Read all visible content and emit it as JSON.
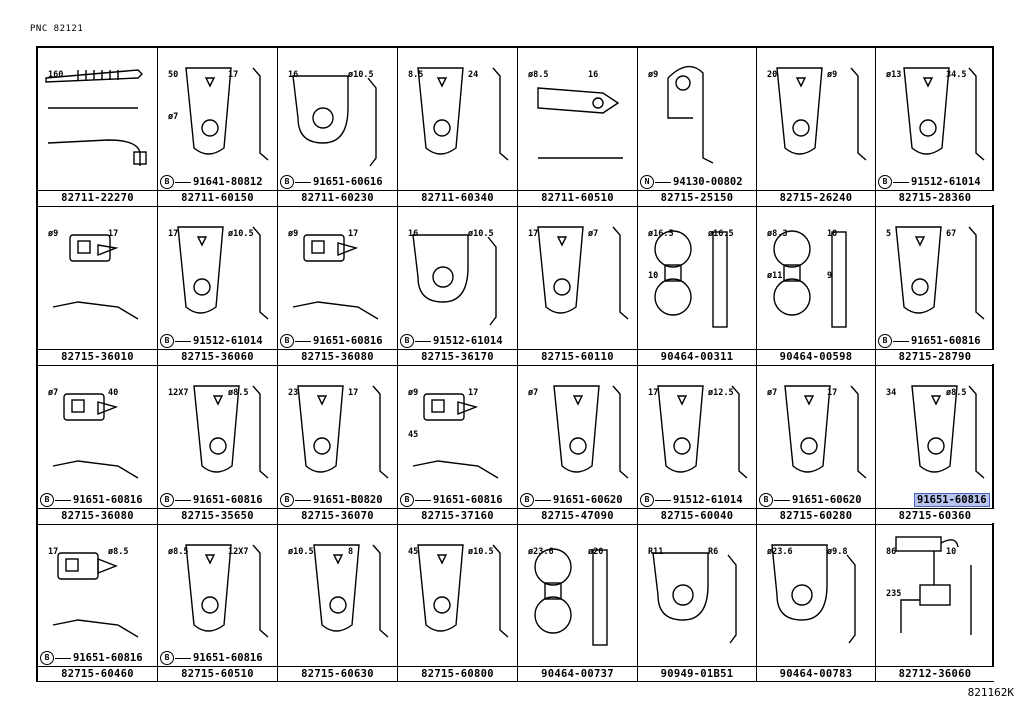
{
  "header": {
    "pnc": "PNC 82121"
  },
  "footer": {
    "code": "821162K"
  },
  "highlight_color": "#b9c4ee",
  "rows": [
    {
      "cells": [
        {
          "part": "82711-22270",
          "sub": null,
          "icon": "cable-tie-icon",
          "annotations": [
            "160"
          ]
        },
        {
          "part": "82711-60150",
          "sub": "91641-80812",
          "badge": "B",
          "icon": "bracket-icon",
          "annotations": [
            "50",
            "17",
            "ø7"
          ]
        },
        {
          "part": "82711-60230",
          "sub": "91651-60616",
          "badge": "B",
          "icon": "clamp-icon",
          "annotations": [
            "16",
            "ø10.5"
          ]
        },
        {
          "part": "82711-60340",
          "sub": null,
          "icon": "bracket-icon",
          "annotations": [
            "8.5",
            "24"
          ]
        },
        {
          "part": "82711-60510",
          "sub": null,
          "icon": "plate-icon",
          "annotations": [
            "ø8.5",
            "16"
          ]
        },
        {
          "part": "82715-25150",
          "sub": "94130-00802",
          "badge": "N",
          "icon": "hook-icon",
          "annotations": [
            "ø9"
          ]
        },
        {
          "part": "82715-26240",
          "sub": null,
          "icon": "bracket-icon",
          "annotations": [
            "20",
            "ø9"
          ]
        },
        {
          "part": "82715-28360",
          "sub": "91512-61014",
          "badge": "B",
          "icon": "bracket-icon",
          "annotations": [
            "ø13",
            "34.5"
          ]
        }
      ]
    },
    {
      "cells": [
        {
          "part": "82715-36010",
          "sub": null,
          "icon": "clip-icon",
          "annotations": [
            "ø9",
            "17"
          ]
        },
        {
          "part": "82715-36060",
          "sub": "91512-61014",
          "badge": "B",
          "icon": "bracket-icon",
          "annotations": [
            "17",
            "ø10.5"
          ]
        },
        {
          "part": "82715-36080",
          "sub": "91651-60816",
          "badge": "B",
          "icon": "clip-icon",
          "annotations": [
            "ø9",
            "17"
          ]
        },
        {
          "part": "82715-36170",
          "sub": "91512-61014",
          "badge": "B",
          "icon": "clamp-icon",
          "annotations": [
            "16",
            "ø10.5"
          ]
        },
        {
          "part": "82715-60110",
          "sub": null,
          "icon": "bracket-icon",
          "annotations": [
            "17",
            "ø7"
          ]
        },
        {
          "part": "90464-00311",
          "sub": null,
          "icon": "double-clamp-icon",
          "annotations": [
            "ø16.5",
            "ø16.5",
            "10"
          ]
        },
        {
          "part": "90464-00598",
          "sub": null,
          "icon": "double-clamp-icon",
          "annotations": [
            "ø8.3",
            "10",
            "ø11",
            "9"
          ]
        },
        {
          "part": "82715-28790",
          "sub": "91651-60816",
          "badge": "B",
          "icon": "bracket-icon",
          "annotations": [
            "5",
            "67"
          ]
        }
      ]
    },
    {
      "cells": [
        {
          "part": "82715-36080",
          "sub": "91651-60816",
          "badge": "B",
          "icon": "clip-icon",
          "annotations": [
            "ø7",
            "40"
          ]
        },
        {
          "part": "82715-35650",
          "sub": "91651-60816",
          "badge": "B",
          "icon": "bracket-icon",
          "annotations": [
            "12X7",
            "ø8.5"
          ]
        },
        {
          "part": "82715-36070",
          "sub": "91651-B0820",
          "badge": "B",
          "icon": "bracket-icon",
          "annotations": [
            "23",
            "17"
          ]
        },
        {
          "part": "82715-37160",
          "sub": "91651-60816",
          "badge": "B",
          "icon": "clip-icon",
          "annotations": [
            "ø9",
            "17",
            "45"
          ]
        },
        {
          "part": "82715-47090",
          "sub": "91651-60620",
          "badge": "B",
          "icon": "bracket-icon",
          "annotations": [
            "ø7"
          ]
        },
        {
          "part": "82715-60040",
          "sub": "91512-61014",
          "badge": "B",
          "icon": "bracket-icon",
          "annotations": [
            "17",
            "ø12.5"
          ]
        },
        {
          "part": "82715-60280",
          "sub": "91651-60620",
          "badge": "B",
          "icon": "bracket-icon",
          "annotations": [
            "ø7",
            "17"
          ]
        },
        {
          "part": "82715-60360",
          "sub": "91651-60816",
          "badge": "",
          "icon": "bracket-icon",
          "annotations": [
            "34",
            "ø8.5"
          ],
          "highlight": true
        }
      ]
    },
    {
      "cells": [
        {
          "part": "82715-60460",
          "sub": "91651-60816",
          "badge": "B",
          "icon": "clip-icon",
          "annotations": [
            "17",
            "ø8.5"
          ]
        },
        {
          "part": "82715-60510",
          "sub": "91651-60816",
          "badge": "B",
          "icon": "bracket-icon",
          "annotations": [
            "ø8.5",
            "12X7"
          ]
        },
        {
          "part": "82715-60630",
          "sub": null,
          "icon": "bracket-icon",
          "annotations": [
            "ø10.5",
            "8"
          ]
        },
        {
          "part": "82715-60800",
          "sub": null,
          "icon": "bracket-icon",
          "annotations": [
            "45",
            "ø10.5"
          ]
        },
        {
          "part": "90464-00737",
          "sub": null,
          "icon": "double-clamp-icon",
          "annotations": [
            "ø23.6",
            "ø20"
          ]
        },
        {
          "part": "90949-01B51",
          "sub": null,
          "icon": "clamp-icon",
          "annotations": [
            "R11",
            "R6"
          ]
        },
        {
          "part": "90464-00783",
          "sub": null,
          "icon": "clamp-icon",
          "annotations": [
            "ø23.6",
            "ø9.8"
          ]
        },
        {
          "part": "82712-36060",
          "sub": null,
          "icon": "connector-icon",
          "annotations": [
            "86",
            "10",
            "235"
          ]
        }
      ]
    }
  ]
}
